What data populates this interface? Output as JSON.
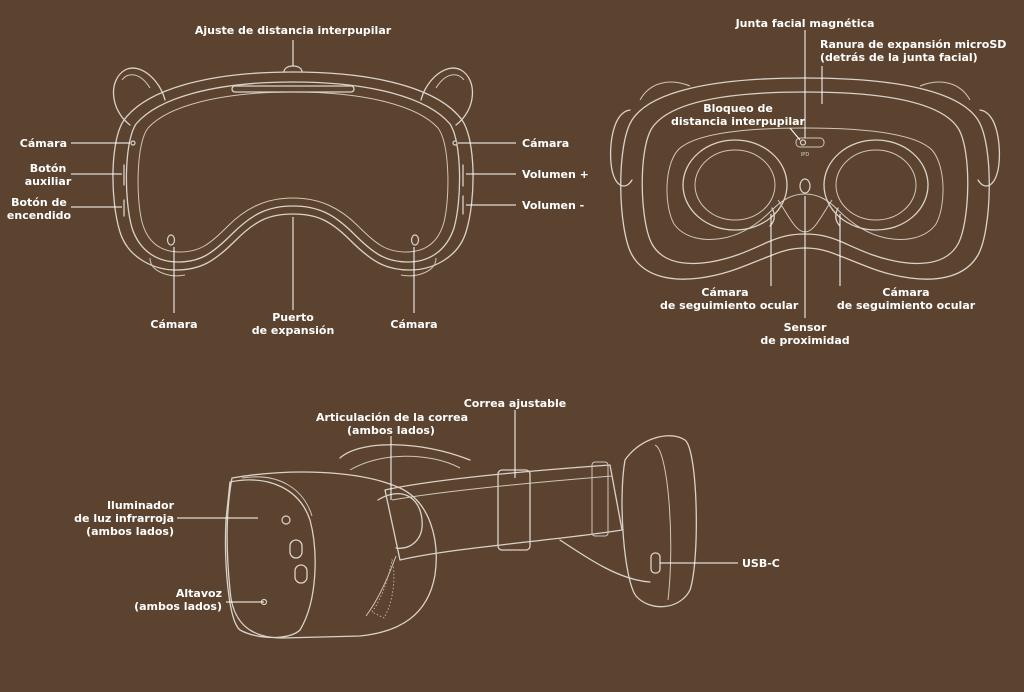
{
  "labels": {
    "front_ipd_adjust": "Ajuste de distancia interpupilar",
    "front_camera_left": "Cámara",
    "front_aux_button": [
      "Botón",
      "auxiliar"
    ],
    "front_power_button": [
      "Botón de",
      "encendido"
    ],
    "front_camera_right": "Cámara",
    "front_volume_up": "Volumen +",
    "front_volume_down": "Volumen -",
    "front_camera_bottom_left": "Cámara",
    "front_expansion_port": [
      "Puerto",
      "de expansión"
    ],
    "front_camera_bottom_right": "Cámara",
    "rear_face_gasket": "Junta facial magnética",
    "rear_microsd_slot": [
      "Ranura de expansión microSD",
      "(detrás de la junta facial)"
    ],
    "rear_ipd_lock": [
      "Bloqueo de",
      "distancia interpupilar"
    ],
    "rear_eye_camera_left": [
      "Cámara",
      "de seguimiento ocular"
    ],
    "rear_proximity_sensor": [
      "Sensor",
      "de proximidad"
    ],
    "rear_eye_camera_right": [
      "Cámara",
      "de seguimiento ocular"
    ],
    "side_strap_joint": [
      "Articulación de la correa",
      "(ambos lados)"
    ],
    "side_adjustable_strap": "Correa ajustable",
    "side_ir_illuminator": [
      "Iluminador",
      "de luz infrarroja",
      "(ambos lados)"
    ],
    "side_speaker": [
      "Altavoz",
      "(ambos lados)"
    ],
    "side_usbc": "USB-C"
  },
  "device_text": {
    "ipd_lock_text": "IPD"
  },
  "colors": {
    "background": "#5c432f",
    "outline": "#d9d2c8",
    "label": "#ffffff"
  }
}
